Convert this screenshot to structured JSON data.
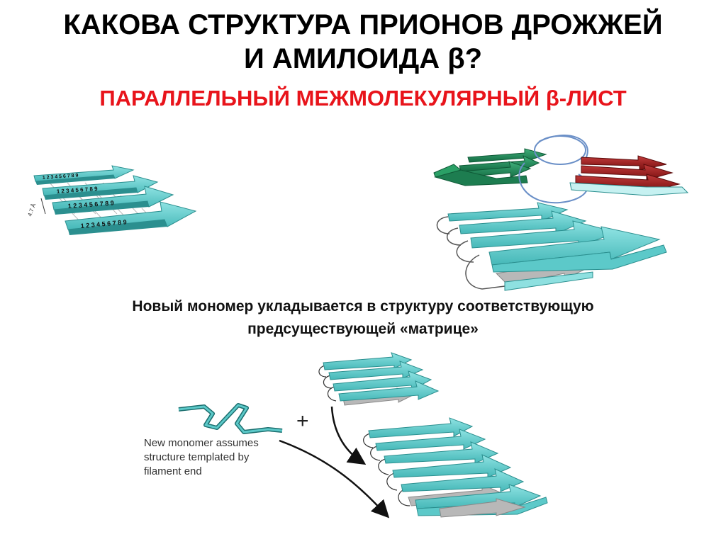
{
  "title": {
    "line1": "КАКОВА СТРУКТУРА ПРИОНОВ ДРОЖЖЕЙ",
    "line2": "И АМИЛОИДА β?",
    "subtitle": "ПАРАЛЛЕЛЬНЫЙ МЕЖМОЛЕКУЛЯРНЫЙ β-ЛИСТ",
    "subtitle_color": "#e8141b"
  },
  "caption": {
    "line1": "Новый мономер укладывается в структуру соответствующую",
    "line2": "предсуществующей «матрице»"
  },
  "left_diagram": {
    "strand_numbers": [
      "1 2 3 4 5 6 7 8 9",
      "1 2 3 4 5 6 7 8 9",
      "1 2 3 4 5 6 7 8 9",
      "1 2 3 4 5 6 7 8 9"
    ],
    "spacing_label": "4.7 Å"
  },
  "bottom_diagram": {
    "plus_sign": "+",
    "annotation": [
      "New monomer assumes",
      "structure templated by",
      "filament end"
    ]
  },
  "colors": {
    "strand_teal": "#5cc9c9",
    "strand_teal_dark": "#2b8f8f",
    "strand_green": "#1f8a5a",
    "strand_red": "#9c1c1c",
    "strand_gray": "#b8b8b8",
    "loop_blue": "#6a8fc7"
  }
}
